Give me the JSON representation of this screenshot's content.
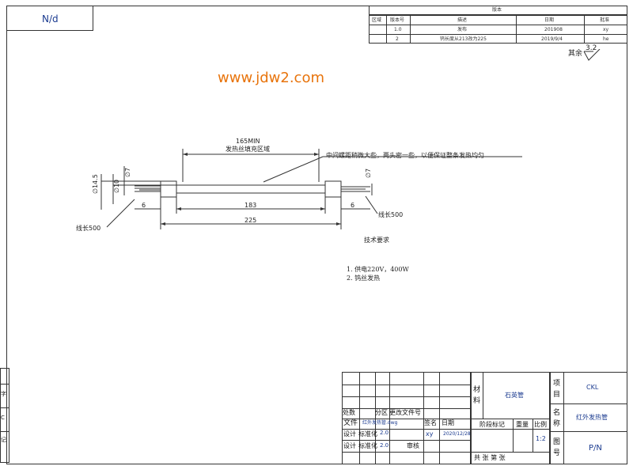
{
  "corner_code": "N/d",
  "watermark": "www.jdw2.com",
  "revision": {
    "title": "版本",
    "headers": [
      "区域",
      "版本号",
      "描述",
      "日期",
      "批准"
    ],
    "rows": [
      [
        "",
        "1.0",
        "发布",
        "201908",
        "xy"
      ],
      [
        "",
        "2",
        "钨长度从213改为225",
        "2019/9/4",
        "he"
      ]
    ]
  },
  "surface_finish": {
    "label": "其余",
    "value": "3.2"
  },
  "drawing": {
    "dim_165": "165MIN",
    "heat_zone": "发热丝填充区域",
    "note_pitch": "中间螺距稍微大些，两头密一些，以便保证整条发热均匀",
    "dia_14_5": "∅14.5",
    "dia_10": "∅10",
    "dia_7_left": "∅7",
    "dia_7_right": "∅7",
    "dim_6_left": "6",
    "dim_183": "183",
    "dim_6_right": "6",
    "dim_225": "225",
    "wire_left": "线长500",
    "wire_right": "线长500"
  },
  "tech": {
    "title": "技术要求",
    "items": [
      "1.   供电220V，400W",
      "2.   钨丝发热"
    ]
  },
  "title_block": {
    "h_markers": [
      "处数",
      "分区",
      "更改文件号",
      "签名",
      "日期"
    ],
    "file_label": "文件",
    "file_name": "红外发热管.dwg",
    "design_label": "设计",
    "design_std": "标准化",
    "design_name": "xy",
    "design_date": "2020/12/28",
    "check_label": "审核",
    "v1": "2.0",
    "v2": "2.0",
    "stage_label": "阶段标记",
    "weight_label": "重量",
    "ratio_label": "比例",
    "ratio_value": "1:2",
    "material_label": "材料",
    "material_value": "石英管",
    "project_label": "项目",
    "project_value": "CKL",
    "name_label": "名称",
    "name_value": "红外发热管",
    "drawing_no_label": "图号",
    "drawing_no_value": "P/N",
    "sheet_text": "共   张   第   张",
    "left_edge": [
      "字",
      "C",
      "记"
    ]
  }
}
